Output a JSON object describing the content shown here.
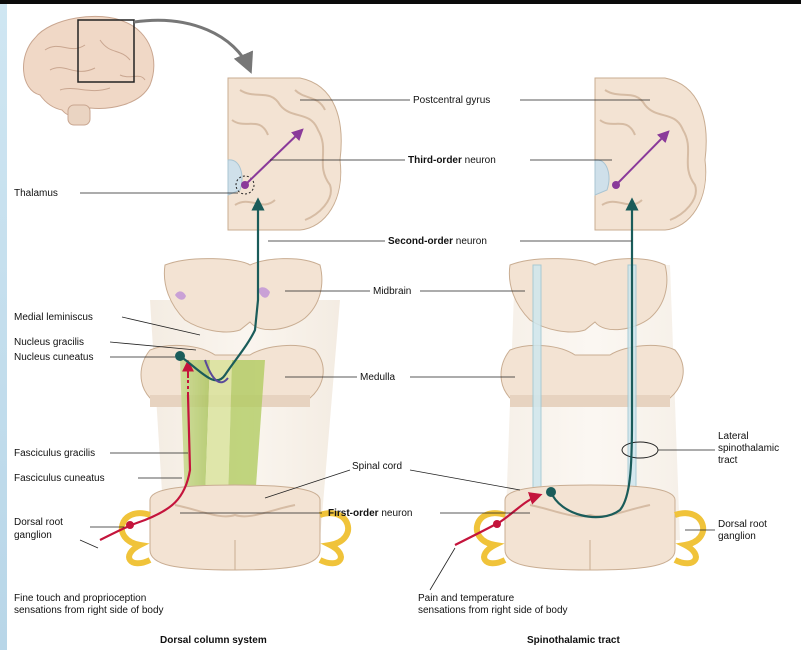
{
  "labels": {
    "thalamus": "Thalamus",
    "medial_lemniscus": "Medial leminiscus",
    "nucleus_gracilis": "Nucleus gracilis",
    "nucleus_cuneatus": "Nucleus cuneatus",
    "fasciculus_gracilis": "Fasciculus gracilis",
    "fasciculus_cuneatus": "Fasciculus cuneatus",
    "dorsal_root_ganglion_left_1": "Dorsal root",
    "dorsal_root_ganglion_left_2": "ganglion",
    "fine_touch_1": "Fine touch and proprioception",
    "fine_touch_2": "sensations from right side of body",
    "postcentral_gyrus": "Postcentral gyrus",
    "third_order_bold": "Third-order",
    "third_order_rest": " neuron",
    "second_order_bold": "Second-order",
    "second_order_rest": " neuron",
    "midbrain": "Midbrain",
    "medulla": "Medulla",
    "spinal_cord": "Spinal cord",
    "first_order_bold": "First-order",
    "first_order_rest": " neuron",
    "pain_temp_1": "Pain and temperature",
    "pain_temp_2": "sensations from right side of body",
    "lateral_spinothalamic_1": "Lateral",
    "lateral_spinothalamic_2": "spinothalamic",
    "lateral_spinothalamic_3": "tract",
    "dorsal_root_ganglion_right_1": "Dorsal root",
    "dorsal_root_ganglion_right_2": "ganglion"
  },
  "captions": {
    "left": "Dorsal column system",
    "right": "Spinothalamic tract"
  },
  "colors": {
    "tissue": "#f3e3d3",
    "tissue_edge": "#c9ad92",
    "gray_matter": "#e9d2bd",
    "first_order": "#c4143c",
    "second_order": "#1a5c5a",
    "third_order": "#8a3a9a",
    "nerve": "#f0c33a",
    "tract_blue": "#cfe7ee",
    "fasciculus_green": "#b7cf6a"
  },
  "icons": [
    "brain-icon",
    "curved-arrow-icon"
  ]
}
